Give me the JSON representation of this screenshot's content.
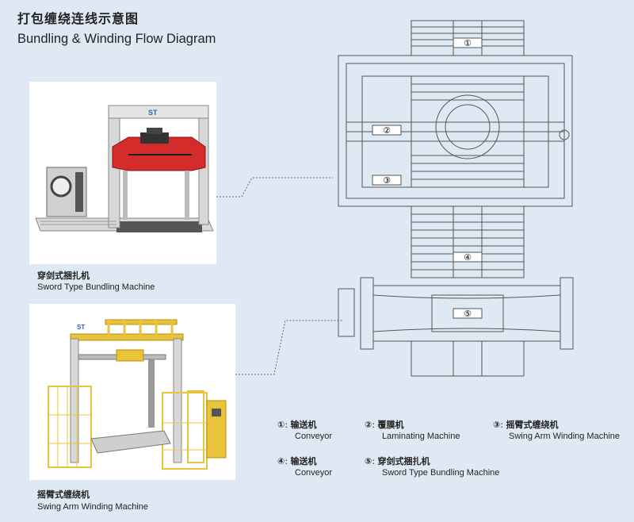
{
  "header": {
    "title_cn": "打包缠绕连线示意图",
    "title_en": "Bundling & Winding Flow Diagram"
  },
  "photos": [
    {
      "caption_cn": "穿剑式捆扎机",
      "caption_en": "Sword Type Bundling Machine",
      "logo_text": "ST"
    },
    {
      "caption_cn": "摇臂式缠绕机",
      "caption_en": "Swing Arm Winding Machine",
      "logo_text": "ST"
    }
  ],
  "stations": [
    {
      "marker": "①",
      "cn": "输送机",
      "en": "Conveyor"
    },
    {
      "marker": "②",
      "cn": "覆膜机",
      "en": "Laminating Machine"
    },
    {
      "marker": "③",
      "cn": "摇臂式缠绕机",
      "en": "Swing Arm Winding Machine"
    },
    {
      "marker": "④",
      "cn": "输送机",
      "en": "Conveyor"
    },
    {
      "marker": "⑤",
      "cn": "穿剑式捆扎机",
      "en": "Sword Type Bundling Machine"
    }
  ],
  "legend_separator": ":",
  "colors": {
    "background": "#dfe9f4",
    "line": "#555555",
    "machine_red": "#d42b2b",
    "machine_yellow": "#e8c33b",
    "dashed": "#666666"
  }
}
